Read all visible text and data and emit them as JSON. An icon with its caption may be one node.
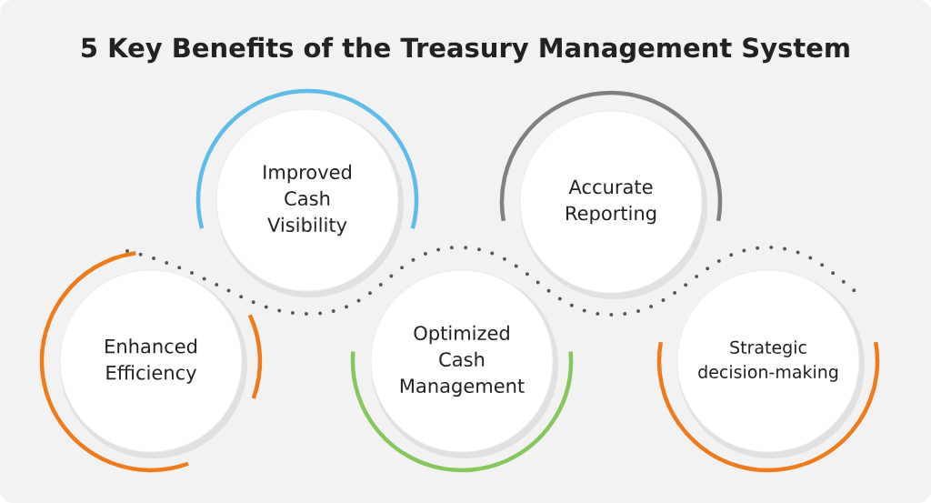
{
  "diagram": {
    "title": "5 Key Benefits of the Treasury Management System",
    "nodes": [
      {
        "text": [
          "Improved Cash Visibility"
        ]
      },
      {
        "text": [
          "Accurate Reporting"
        ]
      },
      {
        "text": [
          "Enhanced Efficiency"
        ]
      },
      {
        "text": [
          "Optimized Cash Management"
        ]
      },
      {
        "text": [
          "Strategic decision-making"
        ]
      }
    ]
  }
}
